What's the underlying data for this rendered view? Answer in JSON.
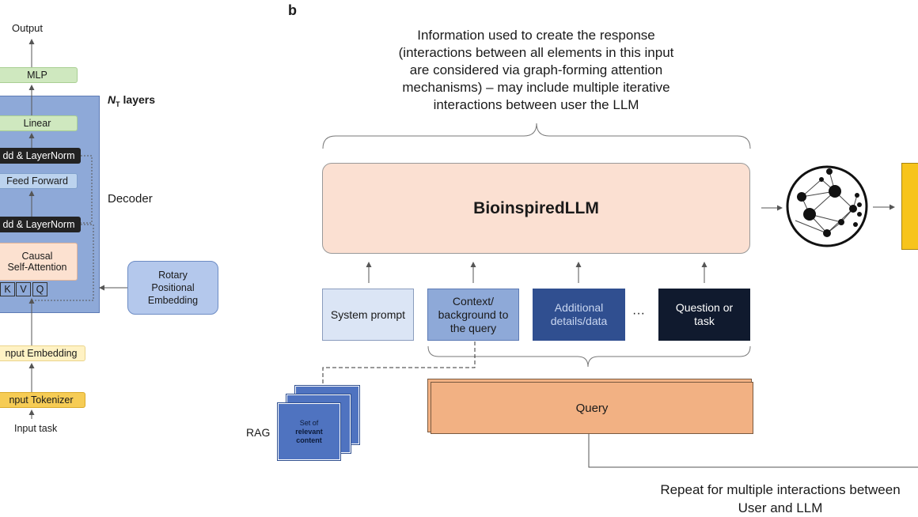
{
  "panel_a": {
    "output": "Output",
    "mlp": "MLP",
    "layers_n": "N",
    "layers_sub": "T",
    "layers_word": " layers",
    "linear": "Linear",
    "add_norm_top": "dd & LayerNorm",
    "feed_forward": "Feed Forward",
    "decoder": "Decoder",
    "add_norm_bottom": "dd & LayerNorm",
    "causal_line1": "Causal",
    "causal_line2": "Self-Attention",
    "k": "K",
    "v": "V",
    "q": "Q",
    "rotary_line1": "Rotary",
    "rotary_line2": "Positional",
    "rotary_line3": "Embedding",
    "input_embedding": "nput Embedding",
    "input_tokenizer": "nput Tokenizer",
    "input_task": "Input task"
  },
  "panel_b": {
    "label": "b",
    "info_line1": "Information used to create the response",
    "info_line2": "(interactions between all elements in this input",
    "info_line3": "are considered via graph-forming attention",
    "info_line4": "mechanisms) – may include multiple iterative",
    "info_line5": "interactions between user the LLM",
    "llm": "BioinspiredLLM",
    "system_prompt": "System prompt",
    "context_line1": "Context/",
    "context_line2": "background to",
    "context_line3": "the query",
    "additional_line1": "Additional",
    "additional_line2": "details/data",
    "ellipsis": "···",
    "question_line1": "Question or",
    "question_line2": "task",
    "query": "Query",
    "rag": "RAG",
    "set_line1": "Set of",
    "set_line2": "relevant",
    "set_line3": "content",
    "repeat_line1": "Repeat for multiple interactions between",
    "repeat_line2": "User and LLM"
  },
  "colors": {
    "decoder_block": "#8ea9d8",
    "mlp_green": "#cfe8bf",
    "dark_norm": "#222222",
    "feed_forward": "#bcd3ee",
    "causal": "#fce1d0",
    "rotary": "#b4c8ec",
    "embedding_yellow": "#fff2c4",
    "tokenizer_yellow": "#f6cc55",
    "llm_peach": "#fbe0d2",
    "system_prompt": "#dbe5f5",
    "context": "#8ea9d8",
    "additional": "#304f90",
    "question": "#101a2e",
    "query_orange": "#f2b183",
    "rag_blue": "#4f73c0",
    "output_yellow": "#f7c41b"
  }
}
